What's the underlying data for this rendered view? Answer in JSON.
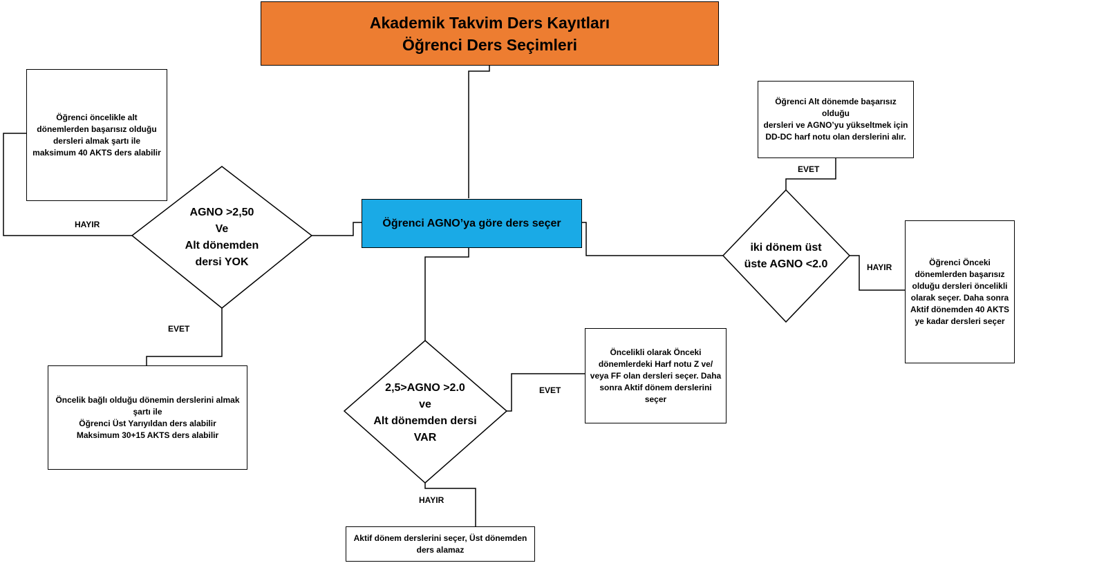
{
  "title": {
    "line1": "Akademik Takvim Ders Kayıtları",
    "line2": "Öğrenci Ders Seçimleri"
  },
  "center_box": "Öğrenci AGNO’ya göre ders seçer",
  "diamonds": {
    "left": "AGNO >2,50\nVe\nAlt dönemden\ndersi YOK",
    "bottom": "2,5>AGNO >2.0\nve\nAlt dönemden dersi\nVAR",
    "right": "iki dönem üst\nüste AGNO <2.0"
  },
  "boxes": {
    "top_left": "Öğrenci öncelikle alt\ndönemlerden başarısız olduğu\ndersleri almak şartı ile\nmaksimum 40 AKTS ders alabilir",
    "bottom_left": "Öncelik bağlı olduğu dönemin derslerini almak\nşartı ile\nÖğrenci Üst Yarıyıldan ders alabilir\nMaksimum 30+15 AKTS ders alabilir",
    "top_right": "Öğrenci Alt dönemde başarısız olduğu\ndersleri ve AGNO’yu yükseltmek için\nDD-DC harf notu olan derslerini alır.",
    "right": "Öğrenci Önceki\ndönemlerden başarısız\nolduğu dersleri öncelikli\nolarak seçer. Daha sonra\nAktif dönemden 40 AKTS\nye kadar dersleri seçer",
    "middle": "Öncelikli olarak Önceki\ndönemlerdeki Harf notu Z ve/\nveya FF olan dersleri seçer. Daha\nsonra Aktif dönem derslerini\nseçer",
    "bottom": "Aktif dönem derslerini seçer, Üst dönemden\nders alamaz"
  },
  "labels": {
    "left_no": "HAYIR",
    "left_yes": "EVET",
    "bottom_yes": "EVET",
    "bottom_no": "HAYIR",
    "right_yes": "EVET",
    "right_no": "HAYIR"
  },
  "colors": {
    "title": "#ed7d31",
    "center": "#1aaae6",
    "line": "#000000"
  }
}
